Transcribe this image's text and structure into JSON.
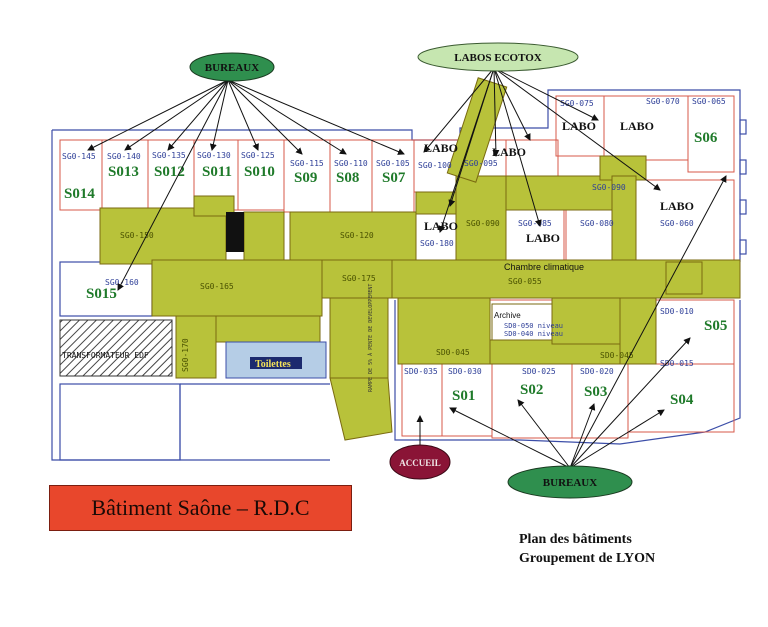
{
  "title": "Bâtiment Saône – R.D.C",
  "caption": {
    "line1": "Plan des bâtiments",
    "line2": "Groupement de LYON"
  },
  "callouts": {
    "bureaux_top": "BUREAUX",
    "labos_ecotox": "LABOS ECOTOX",
    "bureaux_bottom": "BUREAUX",
    "accueil": "ACCUEIL"
  },
  "rooms": {
    "s014": "S014",
    "s013": "S013",
    "s012": "S012",
    "s011": "S011",
    "s010": "S010",
    "s09": "S09",
    "s08": "S08",
    "s07": "S07",
    "s06": "S06",
    "s015": "S015",
    "s05": "S05",
    "s01": "S01",
    "s02": "S02",
    "s03": "S03",
    "s04": "S04"
  },
  "labos": {
    "l1": "LABO",
    "l2": "LABO",
    "l3": "LABO",
    "l4": "LABO",
    "l5": "LABO",
    "l6": "LABO",
    "l7": "LABO"
  },
  "codes": {
    "sg0_145": "SG0-145",
    "sg0_140": "SG0-140",
    "sg0_135": "SG0-135",
    "sg0_130": "SG0-130",
    "sg0_125": "SG0-125",
    "sg0_115": "SG0-115",
    "sg0_110": "SG0-110",
    "sg0_105": "SG0-105",
    "sg0_100": "SG0-100",
    "sg0_095": "SG0-095",
    "sg0_075": "SG0-075",
    "sg0_070": "SG0-070",
    "sg0_065": "SG0-065",
    "sg0_090": "SG0-090",
    "sg0_085": "SG0-085",
    "sg0_080": "SG0-080",
    "sg0_060": "SG0-060",
    "sg0_150": "SG0-150",
    "sg0_120": "SG0-120",
    "sg0_180": "SG0-180",
    "sg0_090b": "SG0-090",
    "sg0_160": "SG0-160",
    "sg0_165": "SG0-165",
    "sg0_175": "SG0-175",
    "sg0_055": "SG0-055",
    "sg0_170": "SG0-170",
    "sd0_045": "SD0-045",
    "sd0_035": "SD0-035",
    "sd0_030": "SD0-030",
    "sd0_025": "SD0-025",
    "sd0_020": "SD0-020",
    "sd0_015": "SD0-015",
    "sd0_010": "SD0-010",
    "sd0_045b": "SD0-045"
  },
  "labels": {
    "chambre": "Chambre climatique",
    "archive": "Archive",
    "archive_l1": "SD0-050 niveau",
    "archive_l2": "SD0-040 niveau",
    "toilettes": "Toilettes",
    "transfo": "TRANSFORMATEUR EDF",
    "rampe": "RAMPE DE 5% À PENTE DE DEVELOPPEMENT"
  },
  "colors": {
    "corridor": "#b8c23a",
    "room_label": "#1f7a2a",
    "room_code": "#2e3f98",
    "callout_green": "#2f8f4e",
    "callout_light": "#c6e6b0",
    "callout_accueil": "#8a1436",
    "title_bg": "#e8472c"
  }
}
